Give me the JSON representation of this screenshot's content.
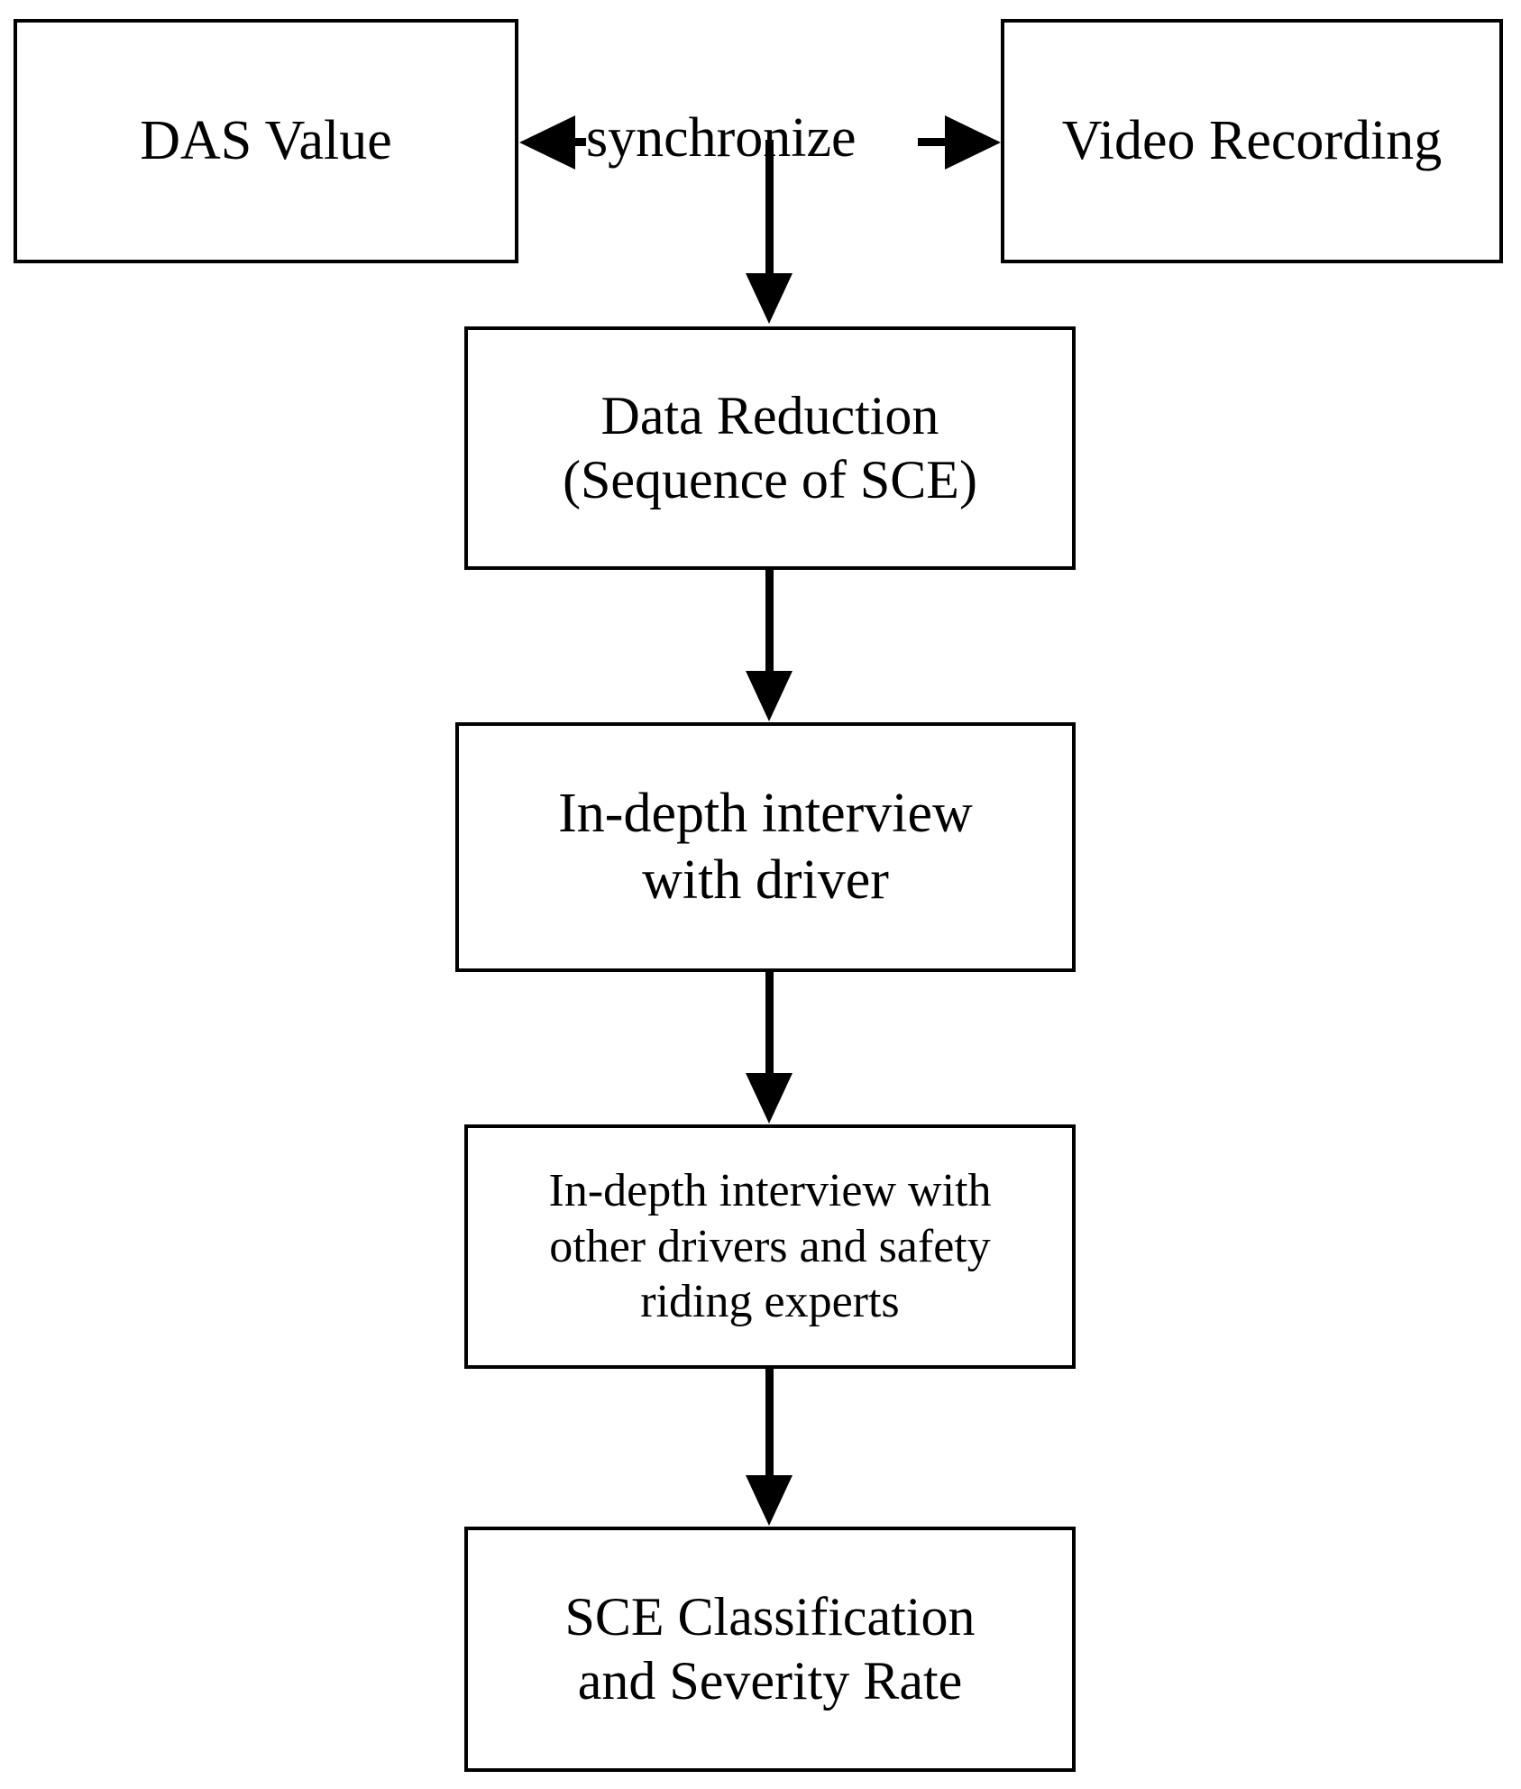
{
  "diagram": {
    "title": "SCE data reduction and classification flowchart",
    "background_color": "#ffffff",
    "line_color": "#000000",
    "nodes": [
      {
        "id": "das-value",
        "label": "DAS Value"
      },
      {
        "id": "video-recording",
        "label": "Video Recording"
      },
      {
        "id": "data-reduction",
        "label": "Data Reduction\n(Sequence of SCE)"
      },
      {
        "id": "interview-driver",
        "label": "In-depth interview\nwith driver"
      },
      {
        "id": "interview-others",
        "label": "In-depth interview with\nother drivers and safety\nriding experts"
      },
      {
        "id": "sce-classification",
        "label": "SCE Classification\nand Severity Rate"
      }
    ],
    "edges": [
      {
        "id": "sync",
        "label": "synchronize",
        "from": "video-recording",
        "to": "das-value",
        "style": "double-arrow-horizontal"
      },
      {
        "id": "edge1",
        "label": "",
        "from": "sync",
        "to": "data-reduction",
        "style": "arrow-down"
      },
      {
        "id": "edge2",
        "label": "",
        "from": "data-reduction",
        "to": "interview-driver",
        "style": "arrow-down"
      },
      {
        "id": "edge3",
        "label": "",
        "from": "interview-driver",
        "to": "interview-others",
        "style": "arrow-down"
      },
      {
        "id": "edge4",
        "label": "",
        "from": "interview-others",
        "to": "sce-classification",
        "style": "arrow-down"
      }
    ]
  }
}
